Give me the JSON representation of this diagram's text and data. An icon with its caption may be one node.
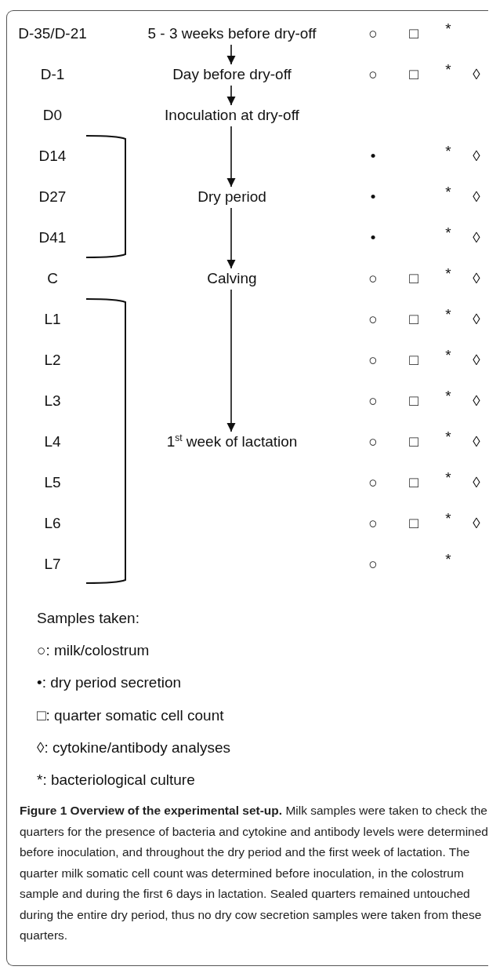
{
  "diagram": {
    "caption": "**Figure 1  Overview of the experimental set-up.** Milk samples were taken to check the quarters for the presence of bacteria and cytokine and antibody levels were determined before inoculation, and throughout the dry period and the first week of lactation. The quarter milk somatic cell count was determined before inoculation, in the colostrum sample and during the first 6 days in lactation. Sealed quarters remained untouched during the entire dry period, thus no dry cow secretion samples were taken from these quarters.",
    "nodes": [
      {
        "text": [
          "5 - 3 weeks before dry-off"
        ]
      },
      {
        "text": [
          "Day before dry-off"
        ]
      },
      {
        "text": [
          "Inoculation at dry-off"
        ]
      },
      {
        "text": [
          "Dry period"
        ]
      },
      {
        "text": [
          "Calving"
        ]
      },
      {
        "text": [
          "1$^{st}$ week of lactation"
        ]
      }
    ],
    "edges": [
      {
        "from": 0,
        "to": 1,
        "arrow": "to"
      },
      {
        "from": 1,
        "to": 2,
        "arrow": "to"
      },
      {
        "from": 2,
        "to": 3,
        "arrow": "to"
      },
      {
        "from": 3,
        "to": 4,
        "arrow": "to"
      },
      {
        "from": 4,
        "to": 5,
        "arrow": "to"
      }
    ],
    "labels": [
      "D-35/D-21",
      "○",
      "□",
      "*",
      "D-1",
      "○",
      "□",
      "*",
      "◊",
      "D0",
      "D14",
      "•",
      "*",
      "◊",
      "D27",
      "•",
      "*",
      "◊",
      "D41",
      "•",
      "*",
      "◊",
      "C",
      "○",
      "□",
      "*",
      "◊",
      "L1",
      "○",
      "□",
      "*",
      "◊",
      "L2",
      "○",
      "□",
      "*",
      "◊",
      "L3",
      "○",
      "□",
      "*",
      "◊",
      "L4",
      "○",
      "□",
      "*",
      "◊",
      "L5",
      "○",
      "□",
      "*",
      "◊",
      "L6",
      "○",
      "□",
      "*",
      "◊",
      "L7",
      "○",
      "*",
      "Samples taken:"
    ],
    "legend": [
      {
        "text": "○: milk/colostrum"
      },
      {
        "text": "•: dry period secretion"
      },
      {
        "text": "□: quarter somatic cell count"
      },
      {
        "text": "◊: cytokine/antibody analyses"
      },
      {
        "text": "*: bacteriological culture"
      }
    ]
  }
}
